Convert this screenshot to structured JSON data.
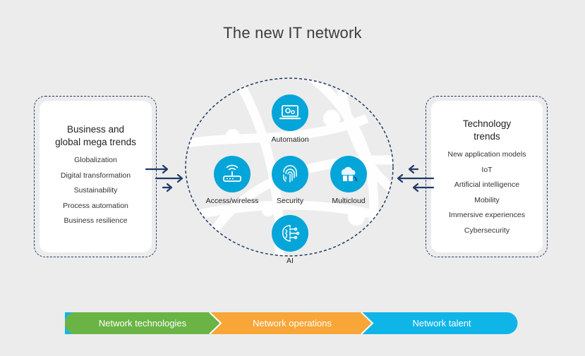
{
  "title": "The new IT network",
  "left_panel": {
    "heading_line1": "Business and",
    "heading_line2": "global mega trends",
    "items": [
      "Globalization",
      "Digital transformation",
      "Sustainability",
      "Process automation",
      "Business resilience"
    ]
  },
  "right_panel": {
    "heading_line1": "Technology",
    "heading_line2": "trends",
    "items": [
      "New application models",
      "IoT",
      "Artificial intelligence",
      "Mobility",
      "Immersive experiences",
      "Cybersecurity"
    ]
  },
  "hubs": {
    "automation": {
      "label": "Automation",
      "icon": "laptop-gear-icon"
    },
    "access": {
      "label": "Access/wireless",
      "icon": "wireless-router-icon"
    },
    "security": {
      "label": "Security",
      "icon": "fingerprint-icon"
    },
    "multicloud": {
      "label": "Multicloud",
      "icon": "cloud-server-icon"
    },
    "ai": {
      "label": "AI",
      "icon": "brain-icon"
    }
  },
  "bar": {
    "technologies": "Network technologies",
    "operations": "Network operations",
    "talent": "Network talent"
  },
  "colors": {
    "accent_blue": "#04a5d9",
    "navy": "#1f3a66",
    "green": "#6ab445",
    "orange": "#f7a637",
    "cyan": "#10b5e8"
  }
}
